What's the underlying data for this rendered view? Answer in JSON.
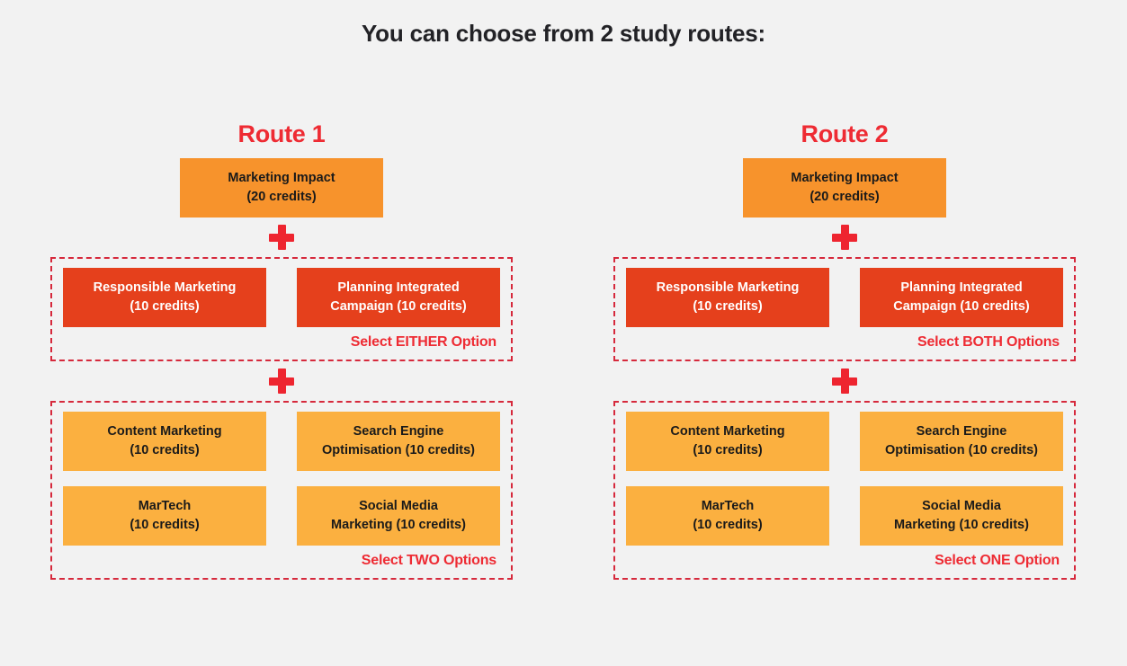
{
  "title": "You can choose from 2 study routes:",
  "colors": {
    "background": "#f2f2f2",
    "title_text": "#222226",
    "route_heading": "#ee2b33",
    "core_module": "#f7932c",
    "mandatory_module": "#e5401c",
    "elective_module": "#fbb040",
    "dashed_border": "#d6293c",
    "plus_icon": "#ee2530",
    "note_text": "#ee2b33"
  },
  "routes": [
    {
      "heading": "Route 1",
      "core": {
        "name": "Marketing Impact",
        "credits": "(20 credits)"
      },
      "groups": [
        {
          "note": "Select EITHER Option",
          "modules": [
            {
              "line1": "Responsible Marketing",
              "line2": "(10 credits)"
            },
            {
              "line1": "Planning Integrated",
              "line2": "Campaign (10 credits)"
            }
          ]
        },
        {
          "note": "Select TWO Options",
          "modules": [
            {
              "line1": "Content Marketing",
              "line2": "(10 credits)"
            },
            {
              "line1": "Search Engine",
              "line2": "Optimisation (10 credits)"
            },
            {
              "line1": "MarTech",
              "line2": "(10 credits)"
            },
            {
              "line1": "Social Media",
              "line2": "Marketing (10 credits)"
            }
          ]
        }
      ]
    },
    {
      "heading": "Route 2",
      "core": {
        "name": "Marketing Impact",
        "credits": "(20 credits)"
      },
      "groups": [
        {
          "note": "Select BOTH Options",
          "modules": [
            {
              "line1": "Responsible Marketing",
              "line2": "(10 credits)"
            },
            {
              "line1": "Planning Integrated",
              "line2": "Campaign (10 credits)"
            }
          ]
        },
        {
          "note": "Select ONE Option",
          "modules": [
            {
              "line1": "Content Marketing",
              "line2": "(10 credits)"
            },
            {
              "line1": "Search Engine",
              "line2": "Optimisation (10 credits)"
            },
            {
              "line1": "MarTech",
              "line2": "(10 credits)"
            },
            {
              "line1": "Social Media",
              "line2": "Marketing (10 credits)"
            }
          ]
        }
      ]
    }
  ]
}
